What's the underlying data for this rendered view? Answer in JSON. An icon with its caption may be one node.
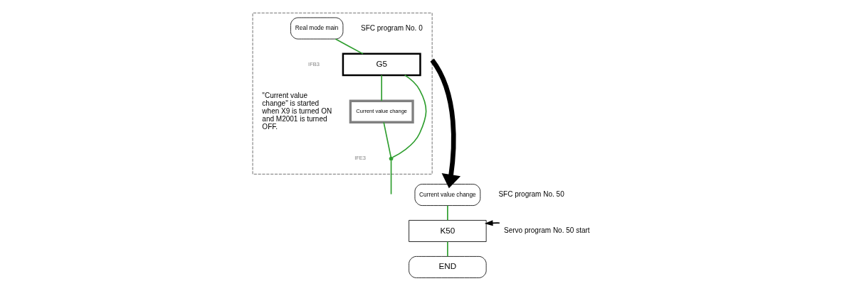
{
  "diagram": {
    "nodes": [
      {
        "text": [],
        "shape": "box"
      },
      {
        "text": [
          "Real mode main"
        ],
        "in": 0,
        "beside": [
          "SFC program No. 0"
        ]
      },
      {
        "text": [
          "G5"
        ],
        "in": 0
      },
      {
        "text": [
          "Current value change"
        ],
        "in": 0
      },
      {
        "text": [],
        "shape": "circle",
        "in": 0
      },
      {
        "text": [
          "Current value change"
        ],
        "beside": [
          "SFC program No. 50"
        ]
      },
      {
        "text": [
          "K50"
        ]
      },
      {
        "text": [
          "END"
        ]
      },
      {
        "text": [
          "Servo program No. 50 start"
        ]
      }
    ],
    "edges": [
      {
        "from": 1,
        "to": 2,
        "arrow": "none"
      },
      {
        "from": 2,
        "to": 3,
        "arrow": "none"
      },
      {
        "from": 3,
        "to": 4,
        "arrow": "none"
      },
      {
        "from": 2,
        "to": 4,
        "arrow": "none"
      },
      {
        "from": 4,
        "to": null,
        "arrow": "none"
      },
      {
        "from": 0,
        "to": 5,
        "arrow": "to",
        "style": "thick",
        "color": "#000000"
      },
      {
        "from": 5,
        "to": 6,
        "arrow": "none"
      },
      {
        "from": 6,
        "to": 7,
        "arrow": "none"
      },
      {
        "from": 8,
        "to": 6,
        "arrow": "to",
        "color": "#000000"
      }
    ],
    "labels": [
      "\"Current value change\" is started when X9 is turned ON and M2001 is turned OFF.",
      "IFB3",
      "IFE3"
    ]
  }
}
